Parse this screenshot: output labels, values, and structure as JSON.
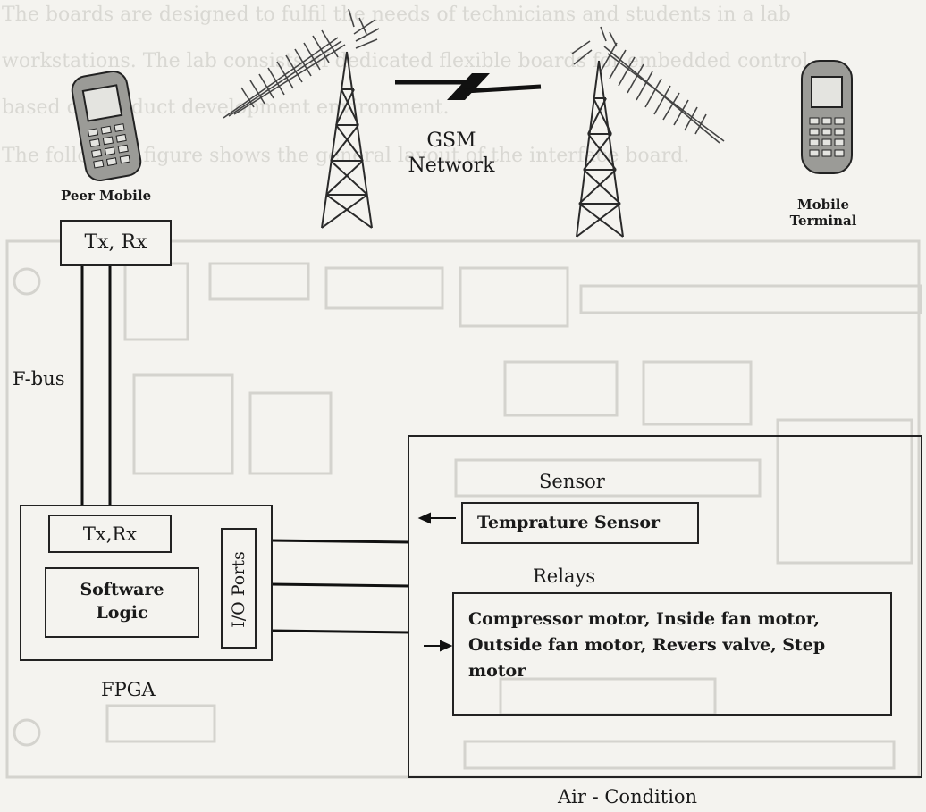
{
  "ghost_text": [
    "The boards are designed to fulfil the needs of technicians and students in a lab",
    "workstations. The lab consists of dedicated flexible boards for embedded control",
    "based on product development environment.",
    "The following figure shows the general layout of the interface board."
  ],
  "network": {
    "label_line1": "GSM",
    "label_line2": "Network"
  },
  "peer_mobile": {
    "label": "Peer Mobile"
  },
  "mobile_terminal": {
    "label_line1": "Mobile",
    "label_line2": "Terminal"
  },
  "peer_txrx": {
    "label": "Tx, Rx"
  },
  "bus": {
    "label": "F-bus"
  },
  "fpga": {
    "label": "FPGA",
    "txrx": "Tx,Rx",
    "software_logic_line1": "Software",
    "software_logic_line2": "Logic",
    "io_ports": "I/O Ports"
  },
  "air_condition": {
    "label": "Air - Condition",
    "sensor_title": "Sensor",
    "sensor_box": "Temprature Sensor",
    "relays_title": "Relays",
    "relays_line1": "Compressor motor, Inside fan motor,",
    "relays_line2": "Outside fan motor, Revers valve, Step",
    "relays_line3": "motor"
  }
}
